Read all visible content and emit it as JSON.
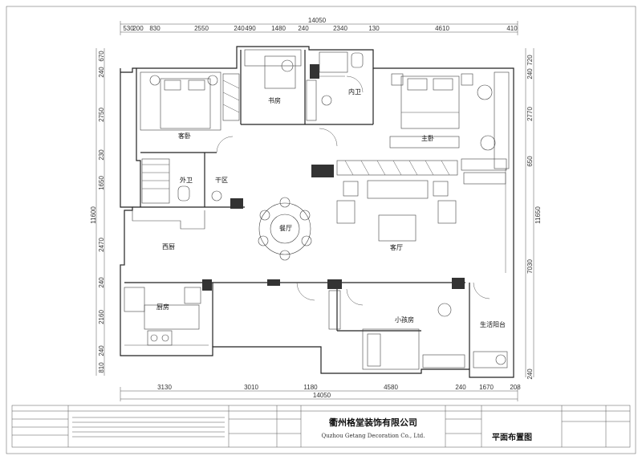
{
  "top_dimensions": {
    "overall": "14050",
    "segments": [
      "530",
      "200",
      "830",
      "2550",
      "240",
      "490",
      "1480",
      "240",
      "2340",
      "130",
      "4610",
      "410"
    ]
  },
  "bottom_dimensions": {
    "overall": "14050",
    "segments": [
      "3130",
      "3010",
      "1180",
      "4580",
      "240",
      "1670",
      "208"
    ]
  },
  "left_dimensions": {
    "overall": "11600",
    "segments": [
      "670",
      "240",
      "2750",
      "230",
      "1650",
      "2470",
      "240",
      "2160",
      "240",
      "810"
    ]
  },
  "right_dimensions": {
    "overall": "11650",
    "segments": [
      "720",
      "240",
      "2770",
      "650",
      "7030",
      "240"
    ]
  },
  "rooms": {
    "guest_bedroom": "客卧",
    "study": "书房",
    "inner_bath": "内卫",
    "master_bedroom": "主卧",
    "outer_bath": "外卫",
    "dry_area": "干区",
    "dining": "餐厅",
    "western_kitchen": "西厨",
    "living": "客厅",
    "kitchen": "厨房",
    "kids_room": "小孩房",
    "utility_balcony": "生活阳台"
  },
  "title_block": {
    "company_cn": "衢州格堂装饰有限公司",
    "company_en": "Quzhou Getang Decoration Co., Ltd.",
    "drawing_title": "平面布置图"
  }
}
